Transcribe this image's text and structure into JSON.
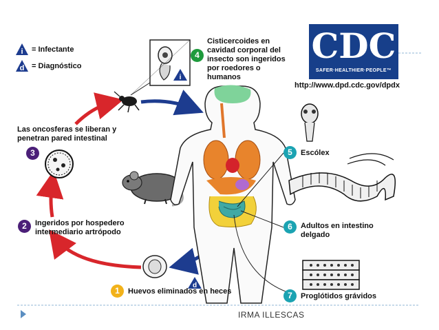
{
  "legend": {
    "infective_symbol": "i",
    "infective_text": "= Infectante",
    "diagnostic_symbol": "d",
    "diagnostic_text": "= Diagnóstico"
  },
  "cdc": {
    "logo_text": "CDC",
    "tagline": "SAFER·HEALTHIER·PEOPLE™",
    "url": "http://www.dpd.cdc.gov/dpdx"
  },
  "stages": [
    {
      "number": "1",
      "text": "Huevos eliminados en heces",
      "color": "#f2b21a"
    },
    {
      "number": "2",
      "text": "Ingeridos por hospedero intermediario artrópodo",
      "color": "#4b1f78"
    },
    {
      "number": "3",
      "text": "Las oncosferas se liberan y penetran pared intestinal",
      "color": "#4b1f78"
    },
    {
      "number": "4",
      "text": "Cisticercoides en cavidad corporal del insecto son ingeridos por roedores o humanos",
      "color": "#1e9a3c"
    },
    {
      "number": "5",
      "text": "Escólex",
      "color": "#1ba3b2"
    },
    {
      "number": "6",
      "text": "Adultos en intestino delgado",
      "color": "#1ba3b2"
    },
    {
      "number": "7",
      "text": "Proglótidos grávidos",
      "color": "#1ba3b2"
    }
  ],
  "markers": {
    "egg_marker": "d",
    "insect_marker": "i"
  },
  "footer": {
    "author": "IRMA ILLESCAS"
  },
  "colors": {
    "arrow_red": "#d8262b",
    "arrow_blue": "#1d3c8f",
    "cdc_blue": "#173f8a",
    "slide_line": "#8fb4d6"
  }
}
